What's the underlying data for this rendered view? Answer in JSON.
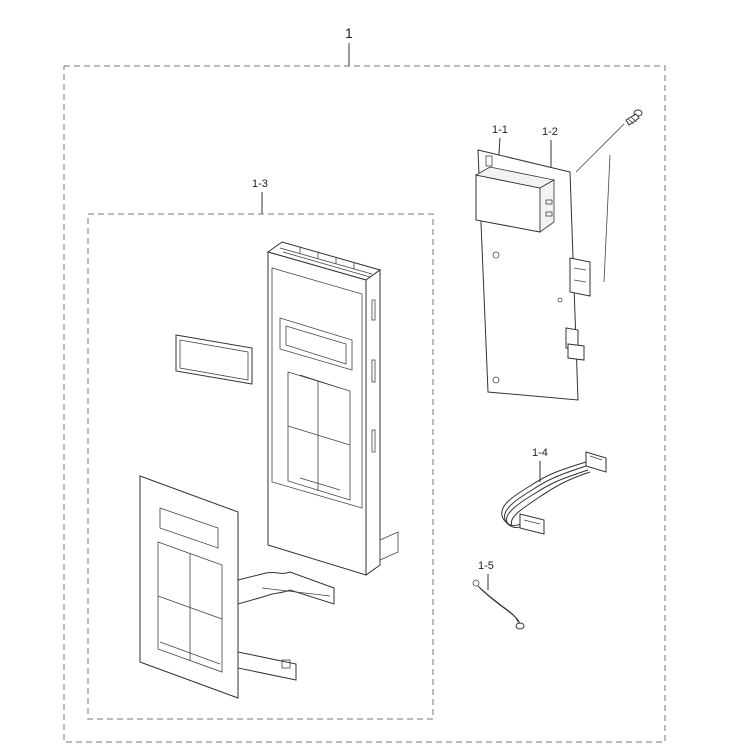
{
  "labels": {
    "assembly": "1",
    "pcb_part": "1-1",
    "pcb_board": "1-2",
    "control_panel": "1-3",
    "wire_harness": "1-4",
    "lead_wire": "1-5"
  }
}
